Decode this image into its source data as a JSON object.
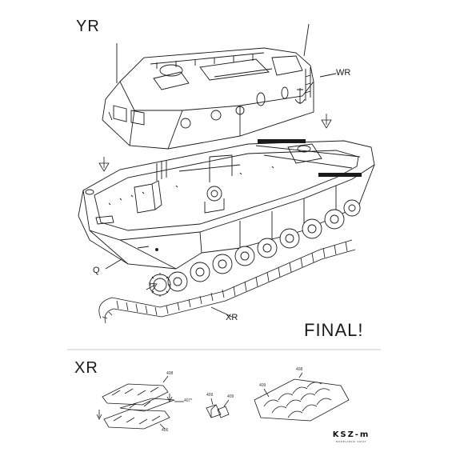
{
  "labels": {
    "yr": "YR",
    "wr": "WR",
    "q": "Q",
    "xr_arrow": "XR",
    "final": "FINAL!",
    "xr_section": "XR"
  },
  "parts": {
    "p408_left": "408",
    "p407": "407*",
    "p406": "406",
    "p409_a": "409",
    "p409_b": "409",
    "p408_right": "408",
    "p409_right": "409"
  },
  "logo": {
    "main": "KSZ-m",
    "sub": "MODELARSKI ŚWIAT"
  },
  "colors": {
    "line": "#1a1a1a",
    "paper": "#ffffff",
    "divider": "#c8c8c8"
  }
}
